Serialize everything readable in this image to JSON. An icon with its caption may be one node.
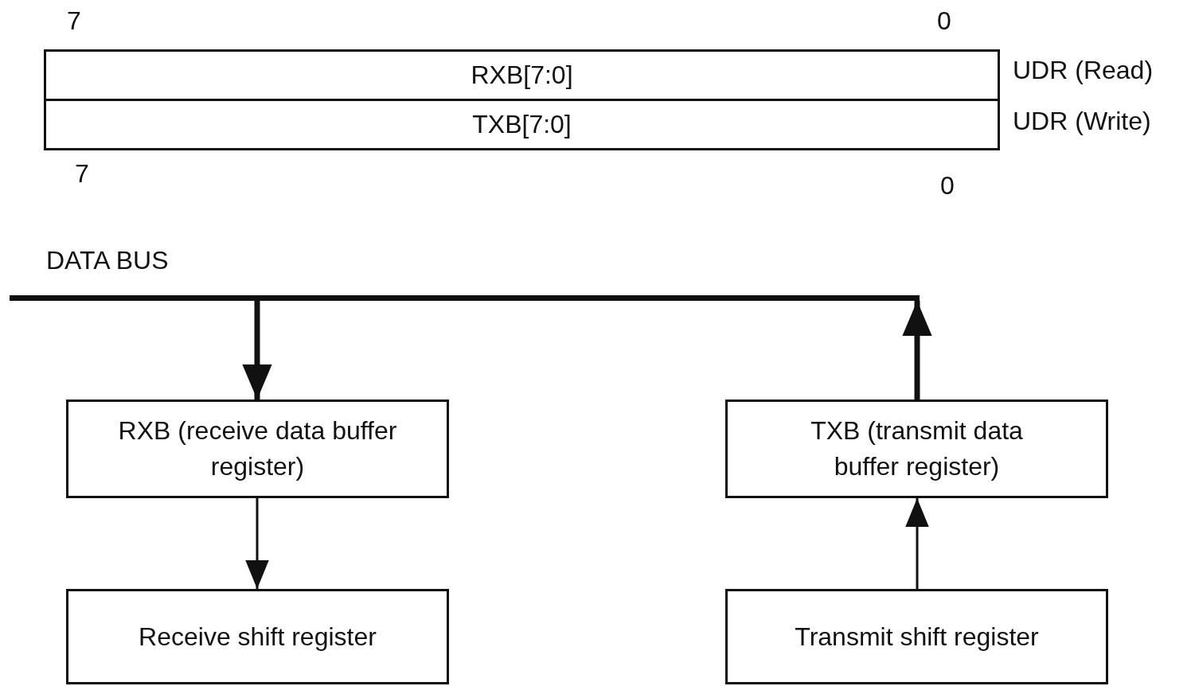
{
  "diagram": {
    "nodes": [
      {
        "text": [
          "RXB[7:0]"
        ],
        "beside": [
          "UDR (Read)"
        ]
      },
      {
        "text": [
          "TXB[7:0]"
        ],
        "beside": [
          "UDR (Write)"
        ]
      },
      {
        "text": [
          "DATA BUS"
        ]
      },
      {
        "text": [
          "RXB (receive data buffer register)"
        ]
      },
      {
        "text": [
          "TXB (transmit data buffer register)"
        ]
      },
      {
        "text": [
          "Receive shift register"
        ]
      },
      {
        "text": [
          "Transmit shift register"
        ]
      }
    ],
    "edges": [
      {
        "from": 2,
        "to": 3,
        "arrow": "to",
        "style": "thick"
      },
      {
        "from": 3,
        "to": 5,
        "arrow": "to"
      },
      {
        "from": 6,
        "to": 4,
        "arrow": "to"
      },
      {
        "from": 4,
        "to": 2,
        "arrow": "to",
        "style": "thick"
      }
    ],
    "labels": [
      "7",
      "0",
      "7",
      "0"
    ]
  }
}
